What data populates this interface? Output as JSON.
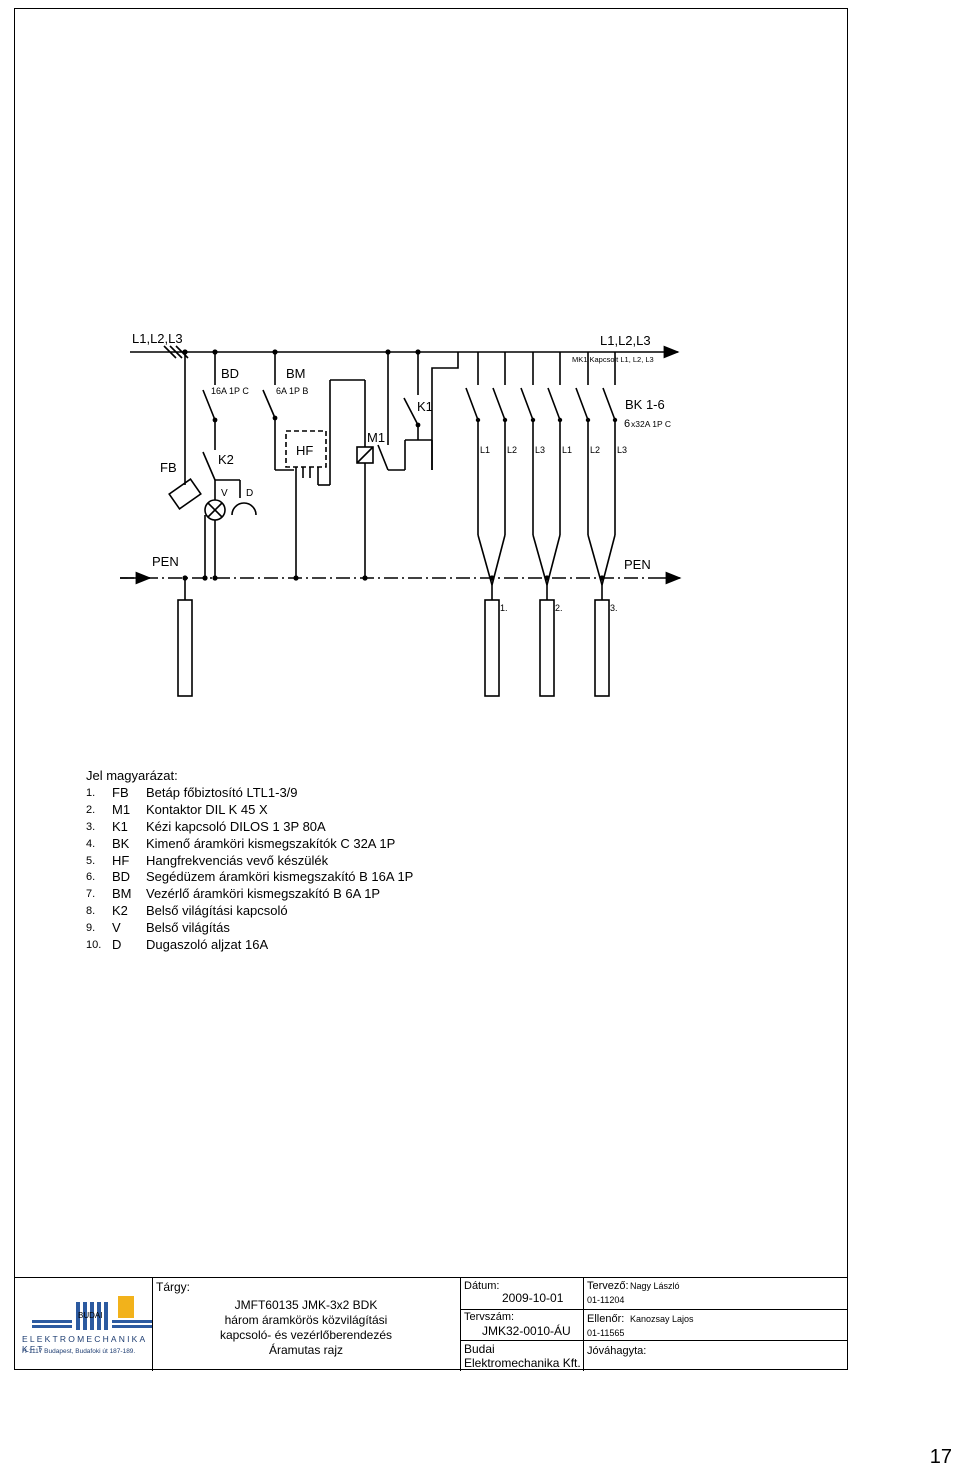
{
  "diagram": {
    "bus_left_label": "L1,L2,L3",
    "bus_right_label": "L1,L2,L3",
    "bus_right_sublabel": "MK1  Kapcsolt L1, L2, L3",
    "labels": {
      "bd": "BD",
      "bd_rating": "16A 1P C",
      "bm": "BM",
      "bm_rating": "6A 1P B",
      "k1": "K1",
      "k2": "K2",
      "m1": "M1",
      "hf": "HF",
      "fb": "FB",
      "v": "V",
      "d": "D",
      "bk": "BK 1-6",
      "bk_rating_count": "6",
      "bk_rating": "x32A 1P C",
      "pen_left": "PEN",
      "pen_right": "PEN"
    },
    "phase_labels": [
      "L1",
      "L2",
      "L3",
      "L1",
      "L2",
      "L3"
    ],
    "cable_labels": [
      "1.",
      "2.",
      "3."
    ]
  },
  "legend": {
    "title": "Jel magyarázat:",
    "items": [
      {
        "num": "1.",
        "code": "FB",
        "text": "Betáp főbiztosító  LTL1-3/9"
      },
      {
        "num": "2.",
        "code": "M1",
        "text": "Kontaktor  DIL K 45 X"
      },
      {
        "num": "3.",
        "code": "K1",
        "text": "Kézi kapcsoló  DILOS 1 3P 80A"
      },
      {
        "num": "4.",
        "code": "BK",
        "text": "Kimenő áramköri kismegszakítók C 32A 1P"
      },
      {
        "num": "5.",
        "code": "HF",
        "text": "Hangfrekvenciás vevő készülék"
      },
      {
        "num": "6.",
        "code": "BD",
        "text": "Segédüzem áramköri kismegszakító B 16A 1P"
      },
      {
        "num": "7.",
        "code": "BM",
        "text": "Vezérlő áramköri kismegszakító  B 6A 1P"
      },
      {
        "num": "8.",
        "code": "K2",
        "text": "Belső világítási kapcsoló"
      },
      {
        "num": "9.",
        "code": "V",
        "text": "Belső világítás"
      },
      {
        "num": "10.",
        "code": "D",
        "text": "Dugaszoló aljzat  16A"
      }
    ]
  },
  "titleblock": {
    "company_logo_text": "BUDAI",
    "company_name": "ELEKTROMECHANIKA KFT",
    "company_address": "H-1117 Budapest, Budafoki út 187-189.",
    "subject_label": "Tárgy:",
    "subject_lines": [
      "JMFT60135 JMK-3x2 BDK",
      "három áramkörös közvilágítási",
      "kapcsoló- és vezérlőberendezés",
      "Áramutas rajz"
    ],
    "date_label": "Dátum:",
    "date": "2009-10-01",
    "drawing_no_label": "Tervszám:",
    "drawing_no": "JMK32-0010-ÁU",
    "org_line1": "Budai",
    "org_line2": "Elektromechanika Kft.",
    "designer_label": "Tervező:",
    "designer": "Nagy László",
    "designer_id": "01-11204",
    "checker_label": "Ellenőr:",
    "checker": "Kanozsay Lajos",
    "checker_id": "01-11565",
    "approved_label": "Jóváhagyta:"
  },
  "page_number": "17"
}
